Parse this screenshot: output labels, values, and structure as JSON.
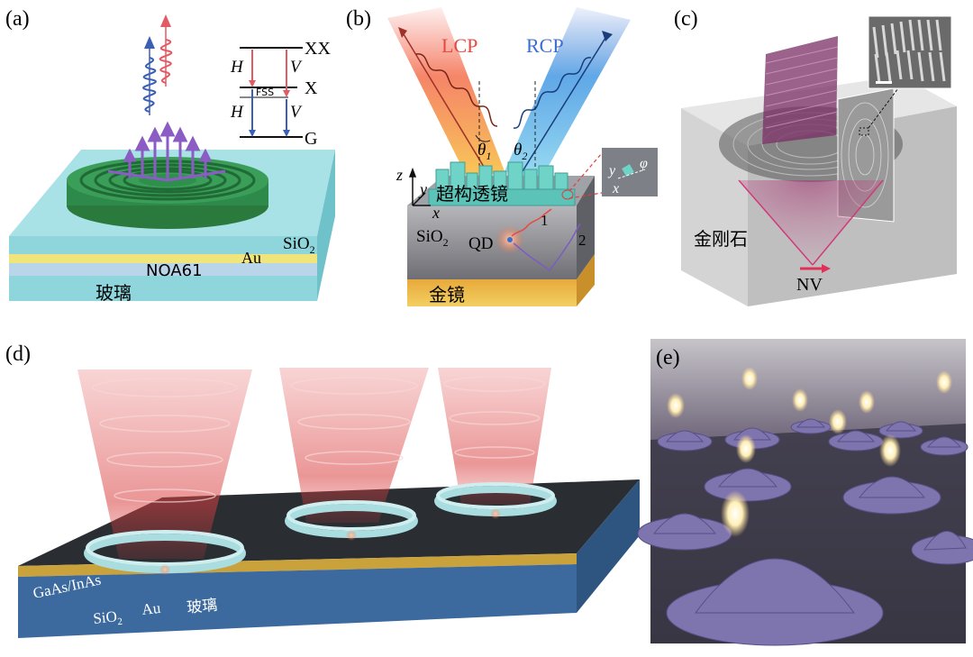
{
  "panels": {
    "a": {
      "label": "(a)",
      "levels": {
        "xx": "XX",
        "x": "X",
        "g": "G",
        "fss": "FSS"
      },
      "transitions": {
        "h_top": "H",
        "v_top": "V",
        "h_bottom": "H",
        "v_bottom": "V"
      },
      "layers": {
        "sio2": "SiO",
        "sio2_sub": "2",
        "au": "Au",
        "noa": "NOA61",
        "glass": "玻璃"
      },
      "colors": {
        "cyan_top": "#a6e2e6",
        "cyan_side": "#7ccdd4",
        "gold": "#efe27a",
        "ring": "#2d8a4a",
        "photon_blue": "#3b5fb5",
        "photon_red": "#e25a63",
        "arrow_purple": "#8a5cc4"
      }
    },
    "b": {
      "label": "(b)",
      "lcp": "LCP",
      "rcp": "RCP",
      "theta1": "θ",
      "theta1_sub": "1",
      "theta2": "θ",
      "theta2_sub": "2",
      "axis_z": "z",
      "axis_y": "y",
      "axis_x": "x",
      "inset_y": "y",
      "inset_x": "x",
      "inset_phi": "φ",
      "metalens": "超构透镜",
      "sio2": "SiO",
      "sio2_sub": "2",
      "qd": "QD",
      "path1": "1",
      "path2": "2",
      "mirror": "金镜",
      "colors": {
        "lcp": "#e8493f",
        "rcp": "#3a6fd0",
        "gold": "#e9b43c",
        "metalens": "#6fd3c8"
      }
    },
    "c": {
      "label": "(c)",
      "diamond": "金刚石",
      "nv": "NV",
      "colors": {
        "block": "#d9d9d9",
        "nv_arrow": "#e0305a"
      }
    },
    "d": {
      "label": "(d)",
      "gaas": "GaAs/InAs",
      "sio2": "SiO",
      "sio2_sub": "2",
      "au": "Au",
      "glass": "玻璃",
      "colors": {
        "top": "#2a2d32",
        "blue": "#3d6a9e",
        "gold": "#c9a23c",
        "beam": "#d94a4a"
      }
    },
    "e": {
      "label": "(e)",
      "colors": {
        "bg": "#5c5368",
        "floor": "#3b3846",
        "dome": "#8a7fb8",
        "glow": "#fff2c6"
      }
    }
  }
}
